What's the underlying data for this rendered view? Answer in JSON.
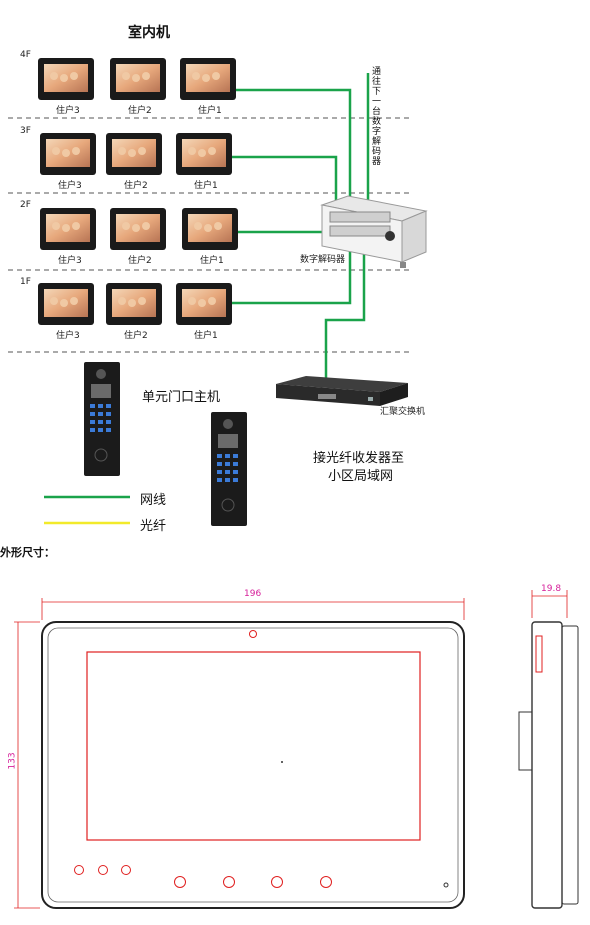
{
  "diagram": {
    "title": "室内机",
    "floors": [
      "4F",
      "3F",
      "2F",
      "1F"
    ],
    "households": [
      "住户3",
      "住户2",
      "住户1"
    ],
    "decoder_note": "通往下一台数字解码器",
    "decoder_label": "数字解码器",
    "door_station_label": "单元门口主机",
    "switch_label": "汇聚交换机",
    "uplink_label_line1": "接光纤收发器至",
    "uplink_label_line2": "小区局域网",
    "legend": [
      {
        "label": "网线",
        "color": "#1aa34a"
      },
      {
        "label": "光纤",
        "color": "#f2ea2a"
      }
    ]
  },
  "dimensions": {
    "section_title": "外形尺寸：",
    "width": "196",
    "height": "133",
    "depth": "19.8",
    "dim_color": "#d6209a",
    "line_color": "#e02020"
  }
}
